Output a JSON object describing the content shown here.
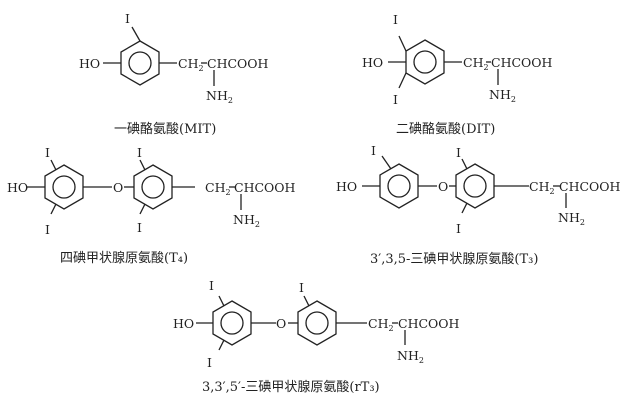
{
  "molecules": [
    {
      "caption": "一碘酪氨酸(MIT)",
      "i_top": "I",
      "ho": "HO",
      "ch2": "CH",
      "ch2_sub": "2",
      "chain": "CHCOOH",
      "nh2": "NH",
      "nh2_sub": "2"
    },
    {
      "caption": "二碘酪氨酸(DIT)",
      "i_top": "I",
      "i_bottom": "I",
      "ho": "HO",
      "ch2": "CH",
      "ch2_sub": "2",
      "chain": "CHCOOH",
      "nh2": "NH",
      "nh2_sub": "2"
    },
    {
      "caption": "四碘甲状腺原氨酸(T₄)",
      "i_a_top": "I",
      "i_a_bottom": "I",
      "i_b_top": "I",
      "i_b_bottom": "I",
      "ho": "HO",
      "o": "O",
      "ch2": "CH",
      "ch2_sub": "2",
      "chain": "CHCOOH",
      "nh2": "NH",
      "nh2_sub": "2"
    },
    {
      "caption": "3′,3,5-三碘甲状腺原氨酸(T₃)",
      "i_a_top": "I",
      "i_b_top": "I",
      "i_b_bottom": "I",
      "ho": "HO",
      "o": "O",
      "ch2": "CH",
      "ch2_sub": "2",
      "chain": "CHCOOH",
      "nh2": "NH",
      "nh2_sub": "2"
    },
    {
      "caption": "3,3′,5′-三碘甲状腺原氨酸(rT₃)",
      "i_a_top": "I",
      "i_a_bottom": "I",
      "i_b_top": "I",
      "ho": "HO",
      "o": "O",
      "ch2": "CH",
      "ch2_sub": "2",
      "chain": "CHCOOH",
      "nh2": "NH",
      "nh2_sub": "2"
    }
  ]
}
